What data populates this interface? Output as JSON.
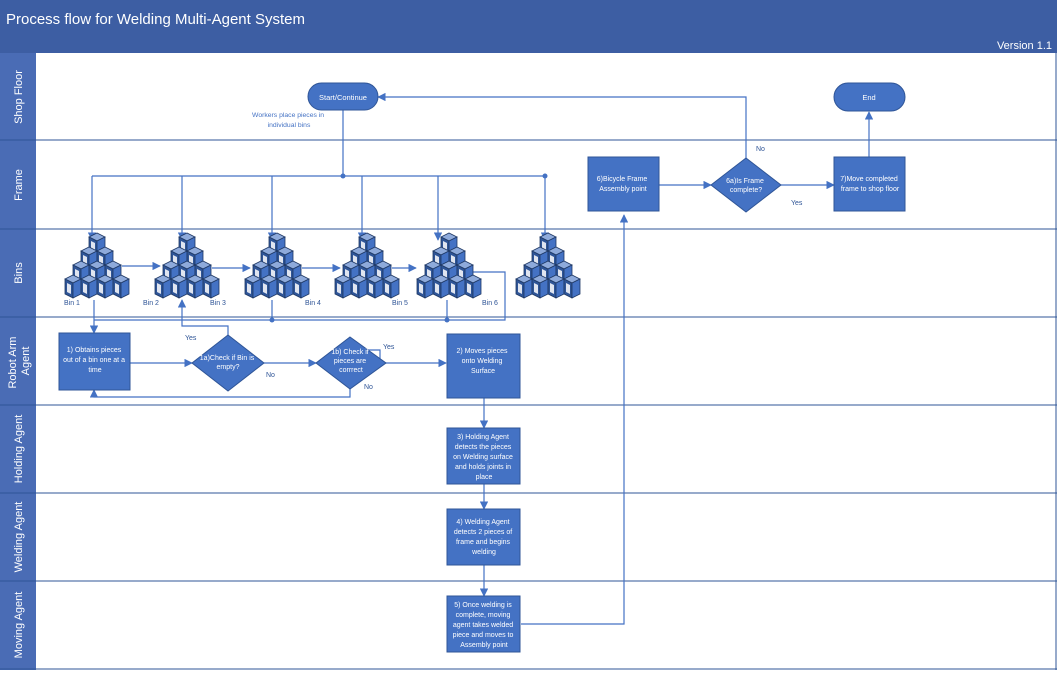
{
  "title": "Process flow for Welding Multi-Agent System",
  "version": "Version 1.1",
  "colors": {
    "header": "#3d5ea3",
    "lane_label": "#4a6cb5",
    "node_fill": "#4472c4",
    "node_stroke": "#2f5597",
    "connector": "#4472c4",
    "note_text": "#4472c4",
    "lane_border": "#2f5597"
  },
  "lanes": [
    "Shop Floor",
    "Frame",
    "Bins",
    "Robot Arm Agent",
    "Holding Agent",
    "Welding Agent",
    "Moving Agent"
  ],
  "nodes": {
    "start": "Start/Continue",
    "end": "End",
    "note": [
      "Workers place pieces in",
      "individual bins"
    ],
    "assembly": [
      "6)Bicycle Frame",
      "Assembly point"
    ],
    "frame_complete": [
      "6a)Is Frame",
      "complete?"
    ],
    "move_completed": [
      "7)Move completed",
      "frame to shop floor"
    ],
    "obtain": [
      "1) Obtains pieces",
      "out of a bin one at a",
      "time"
    ],
    "check_empty": [
      "1a)Check if Bin is",
      "empty?"
    ],
    "check_correct": [
      "1b) Check if",
      "pieces are",
      "corrrect"
    ],
    "moves_pieces": [
      "2) Moves pieces",
      "onto Welding",
      "Surface"
    ],
    "holding": [
      "3) Holding Agent",
      "detects the pieces",
      "on Welding surface",
      "and holds joints in",
      "place"
    ],
    "welding": [
      "4) Welding Agent",
      "detects 2 pieces of",
      "frame and begins",
      "welding"
    ],
    "moving": [
      "5) Once welding is",
      "complete, moving",
      "agent takes welded",
      "piece and moves to",
      "Assembly point"
    ]
  },
  "bins": [
    "Bin 1",
    "Bin 2",
    "Bin 3",
    "Bin 4",
    "Bin 5",
    "Bin 6"
  ],
  "labels": {
    "yes": "Yes",
    "no": "No"
  }
}
